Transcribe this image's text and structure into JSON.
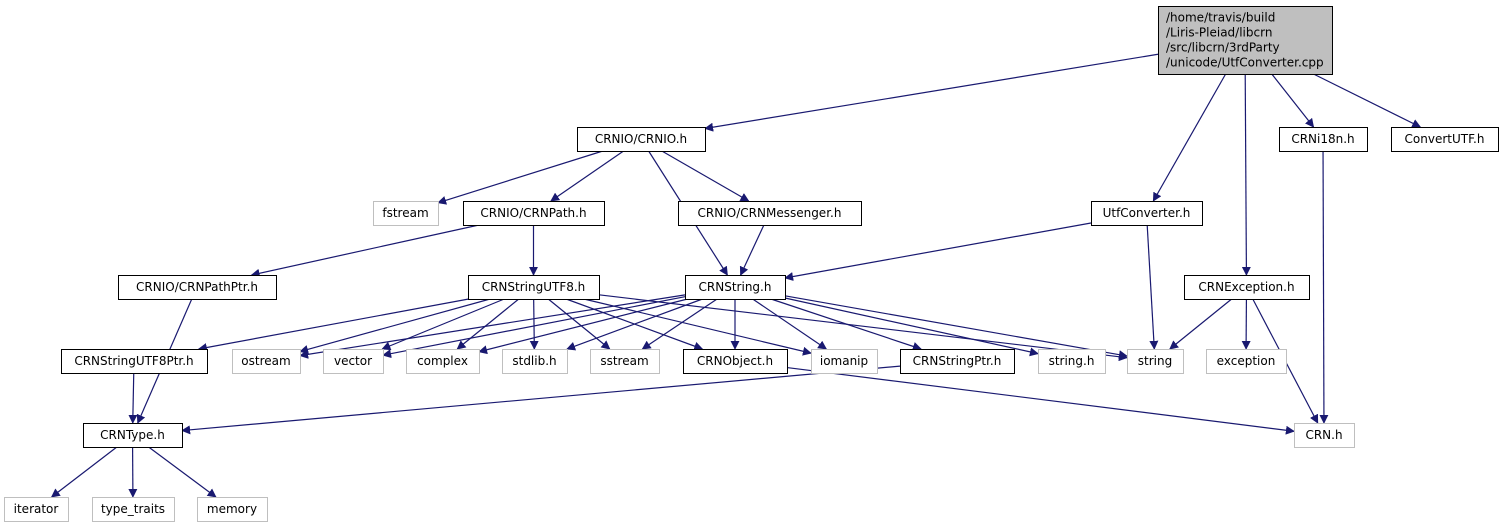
{
  "colors": {
    "edge": "#191970",
    "root_fill": "#bfbfbf",
    "documented_border": "#000000",
    "external_border": "#bfbfbf",
    "external_text": "#404040",
    "node_fill": "#ffffff"
  },
  "graph": {
    "root": {
      "id": "root",
      "lines": [
        "/home/travis/build",
        "/Liris-Pleiad/libcrn",
        "/src/libcrn/3rdParty",
        "/unicode/UtfConverter.cpp"
      ]
    },
    "nodes": [
      {
        "id": "crnio",
        "label": "CRNIO/CRNIO.h",
        "kind": "documented"
      },
      {
        "id": "crni18n",
        "label": "CRNi18n.h",
        "kind": "documented"
      },
      {
        "id": "convertutf",
        "label": "ConvertUTF.h",
        "kind": "documented"
      },
      {
        "id": "fstream",
        "label": "fstream",
        "kind": "external"
      },
      {
        "id": "crnpath",
        "label": "CRNIO/CRNPath.h",
        "kind": "documented"
      },
      {
        "id": "crnmessenger",
        "label": "CRNIO/CRNMessenger.h",
        "kind": "documented"
      },
      {
        "id": "utfconverter",
        "label": "UtfConverter.h",
        "kind": "documented"
      },
      {
        "id": "crnpathptr",
        "label": "CRNIO/CRNPathPtr.h",
        "kind": "documented"
      },
      {
        "id": "crnstringutf8",
        "label": "CRNStringUTF8.h",
        "kind": "documented"
      },
      {
        "id": "crnstring",
        "label": "CRNString.h",
        "kind": "documented"
      },
      {
        "id": "crnexception",
        "label": "CRNException.h",
        "kind": "documented"
      },
      {
        "id": "crnstringutf8ptr",
        "label": "CRNStringUTF8Ptr.h",
        "kind": "documented"
      },
      {
        "id": "ostream",
        "label": "ostream",
        "kind": "external"
      },
      {
        "id": "vector",
        "label": "vector",
        "kind": "external"
      },
      {
        "id": "complex",
        "label": "complex",
        "kind": "external"
      },
      {
        "id": "stdlib",
        "label": "stdlib.h",
        "kind": "external"
      },
      {
        "id": "sstream",
        "label": "sstream",
        "kind": "external"
      },
      {
        "id": "crnobject",
        "label": "CRNObject.h",
        "kind": "documented"
      },
      {
        "id": "iomanip",
        "label": "iomanip",
        "kind": "external"
      },
      {
        "id": "crnstringptr",
        "label": "CRNStringPtr.h",
        "kind": "documented"
      },
      {
        "id": "stringh",
        "label": "string.h",
        "kind": "external"
      },
      {
        "id": "string",
        "label": "string",
        "kind": "external"
      },
      {
        "id": "exception",
        "label": "exception",
        "kind": "external"
      },
      {
        "id": "crntype",
        "label": "CRNType.h",
        "kind": "documented"
      },
      {
        "id": "crnh",
        "label": "CRN.h",
        "kind": "external"
      },
      {
        "id": "iterator",
        "label": "iterator",
        "kind": "external"
      },
      {
        "id": "type_traits",
        "label": "type_traits",
        "kind": "external"
      },
      {
        "id": "memory",
        "label": "memory",
        "kind": "external"
      }
    ],
    "edges": [
      [
        "root",
        "crnio"
      ],
      [
        "root",
        "utfconverter"
      ],
      [
        "root",
        "crnexception"
      ],
      [
        "root",
        "crni18n"
      ],
      [
        "root",
        "convertutf"
      ],
      [
        "crnio",
        "fstream"
      ],
      [
        "crnio",
        "crnpath"
      ],
      [
        "crnio",
        "crnmessenger"
      ],
      [
        "crnio",
        "crnstring"
      ],
      [
        "crnpath",
        "crnpathptr"
      ],
      [
        "crnpath",
        "crnstringutf8"
      ],
      [
        "crnmessenger",
        "crnstring"
      ],
      [
        "utfconverter",
        "crnstring"
      ],
      [
        "utfconverter",
        "string"
      ],
      [
        "crnpathptr",
        "crntype"
      ],
      [
        "crnstringutf8",
        "crnstringutf8ptr"
      ],
      [
        "crnstringutf8",
        "ostream"
      ],
      [
        "crnstringutf8",
        "vector"
      ],
      [
        "crnstringutf8",
        "complex"
      ],
      [
        "crnstringutf8",
        "stdlib"
      ],
      [
        "crnstringutf8",
        "sstream"
      ],
      [
        "crnstringutf8",
        "crnobject"
      ],
      [
        "crnstringutf8",
        "iomanip"
      ],
      [
        "crnstringutf8",
        "string"
      ],
      [
        "crnstring",
        "ostream"
      ],
      [
        "crnstring",
        "vector"
      ],
      [
        "crnstring",
        "complex"
      ],
      [
        "crnstring",
        "stdlib"
      ],
      [
        "crnstring",
        "sstream"
      ],
      [
        "crnstring",
        "crnobject"
      ],
      [
        "crnstring",
        "iomanip"
      ],
      [
        "crnstring",
        "crnstringptr"
      ],
      [
        "crnstring",
        "stringh"
      ],
      [
        "crnstring",
        "string"
      ],
      [
        "crnexception",
        "string"
      ],
      [
        "crnexception",
        "exception"
      ],
      [
        "crnexception",
        "crnh"
      ],
      [
        "crni18n",
        "crnh"
      ],
      [
        "crnstringutf8ptr",
        "crntype"
      ],
      [
        "crnobject",
        "crnh"
      ],
      [
        "crnstringptr",
        "crntype"
      ],
      [
        "crntype",
        "iterator"
      ],
      [
        "crntype",
        "type_traits"
      ],
      [
        "crntype",
        "memory"
      ]
    ]
  }
}
